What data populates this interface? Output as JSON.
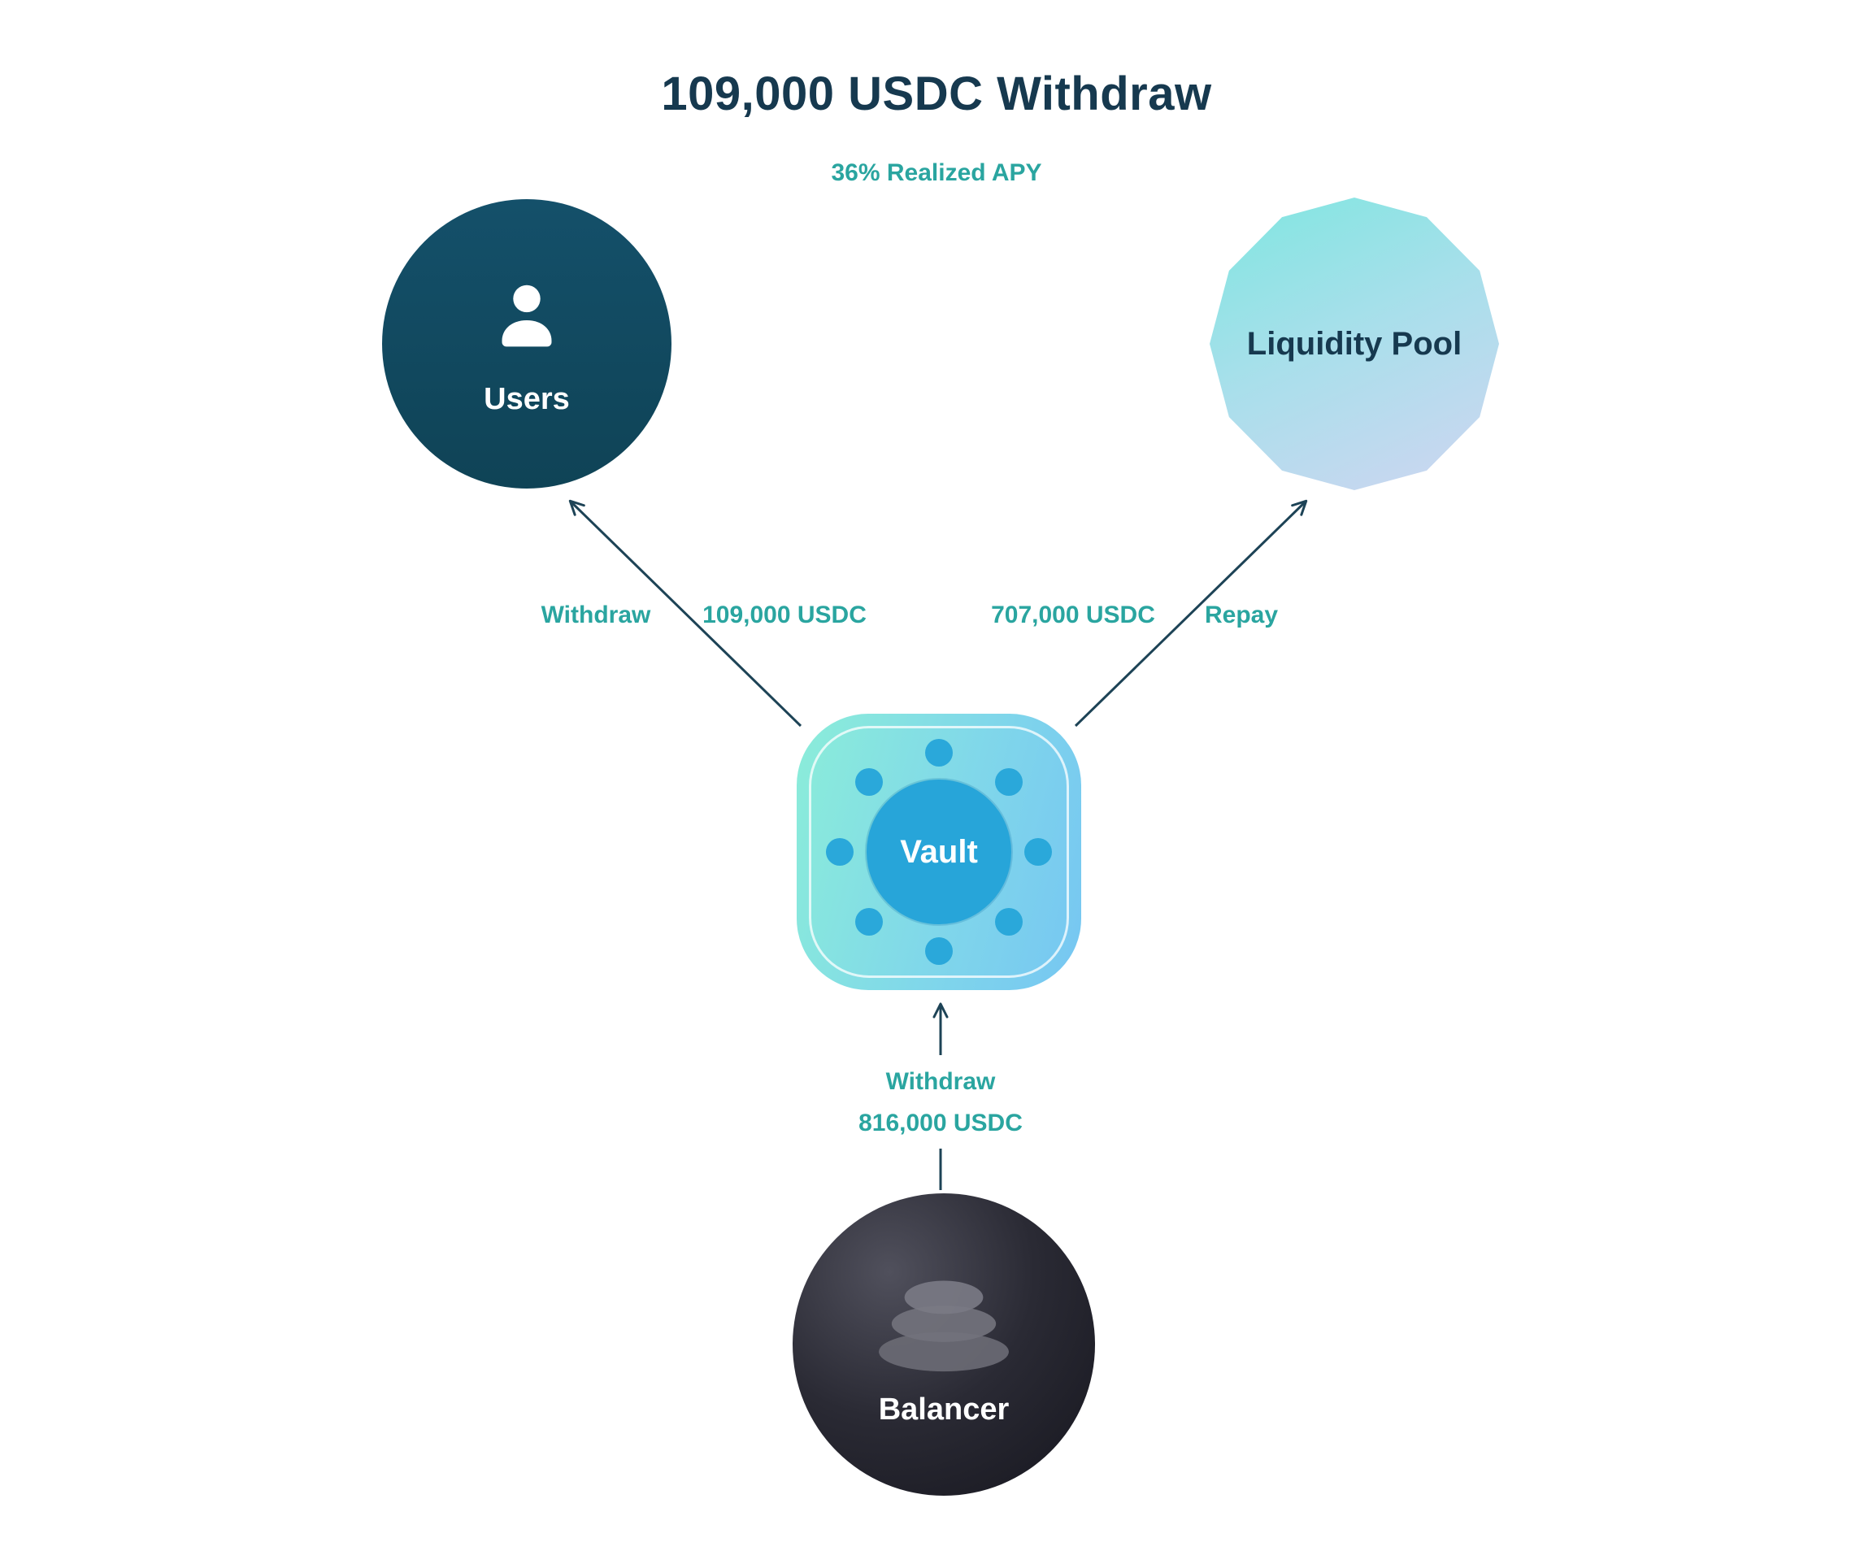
{
  "title": "109,000 USDC Withdraw",
  "subtitle": "36% Realized APY",
  "nodes": {
    "users": {
      "label": "Users",
      "icon": "user-icon",
      "color": "#12495D"
    },
    "liquidity_pool": {
      "label": "Liquidity Pool",
      "gradient": [
        "#7FE6E0",
        "#CFD5F1"
      ]
    },
    "vault": {
      "label": "Vault",
      "gradient": [
        "#8BEDD9",
        "#76C6F2"
      ],
      "circle_color": "#27A5D9"
    },
    "balancer": {
      "label": "Balancer",
      "icon": "balancer-logo",
      "color": "#1F1F28"
    }
  },
  "edges": {
    "vault_to_users": {
      "action_label": "Withdraw",
      "amount_label": "109,000 USDC",
      "direction": "vault to users"
    },
    "vault_to_liquidity_pool": {
      "amount_label": "707,000 USDC",
      "action_label": "Repay",
      "direction": "vault to liquidity pool"
    },
    "balancer_to_vault": {
      "action_label": "Withdraw",
      "amount_label": "816,000 USDC",
      "direction": "balancer to vault"
    }
  },
  "colors": {
    "title_text": "#16394F",
    "accent_teal": "#2AA5A0",
    "arrow": "#1D4356",
    "background": "#FFFFFF"
  }
}
